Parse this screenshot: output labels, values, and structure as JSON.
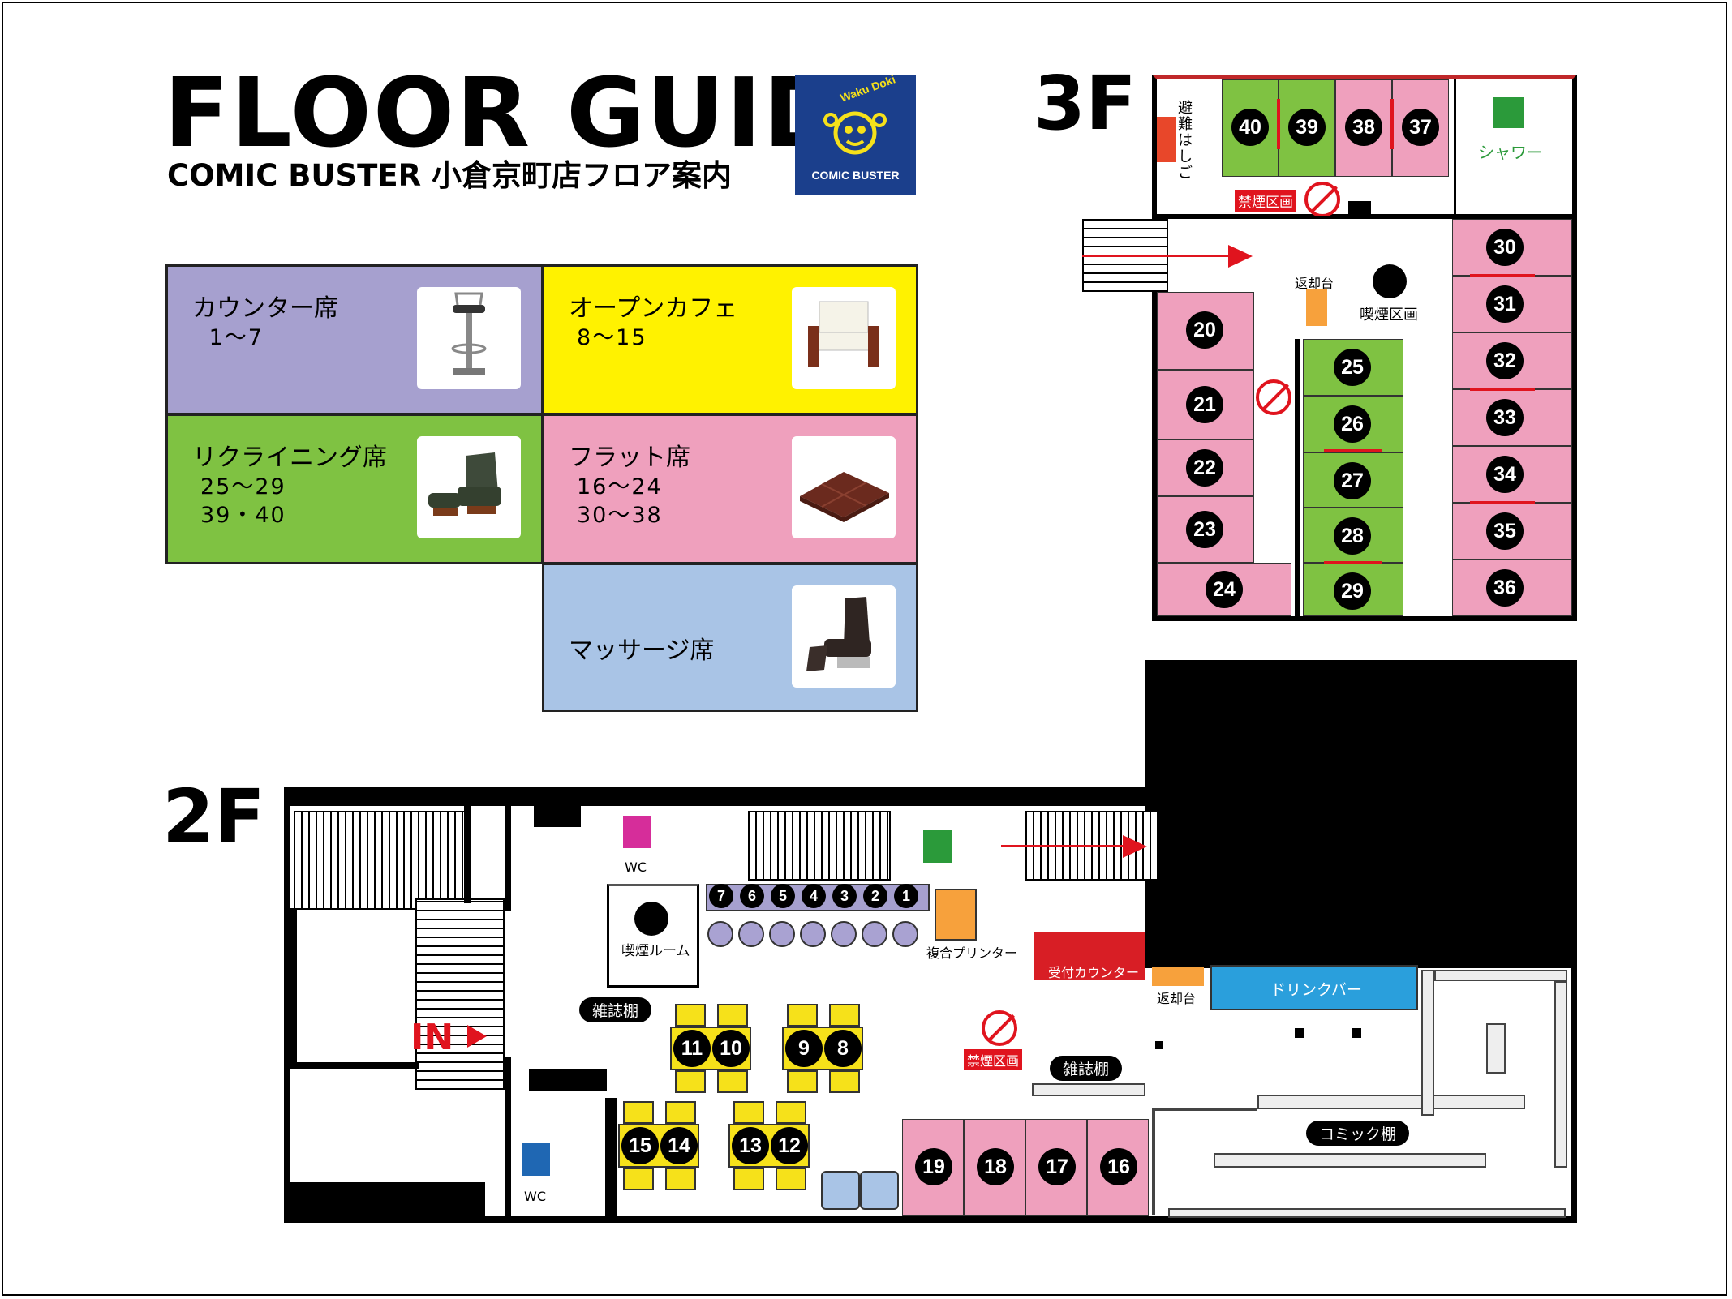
{
  "header": {
    "title": "FLOOR GUIDE",
    "subtitle": "COMIC BUSTER 小倉京町店フロア案内",
    "logo_text": "COMIC BUSTER",
    "logo_top_text": "Waku Doki"
  },
  "legend": [
    {
      "name": "カウンター席",
      "nums": " 1～7",
      "color": "#a6a0cf"
    },
    {
      "name": "オープンカフェ",
      "nums": "8～15",
      "color": "#fff200"
    },
    {
      "name": "リクライニング席",
      "nums": "25～29\n39・40",
      "color": "#7fc242"
    },
    {
      "name": "フラット席",
      "nums": "16～24\n30～38",
      "color": "#efa0bd"
    },
    {
      "name": "マッサージ席",
      "nums": "",
      "color": "#a9c4e6"
    }
  ],
  "floor3": {
    "label": "3F",
    "emergency_ladder": "避難はしご",
    "shower": "シャワー",
    "no_smoking": "禁煙区画",
    "return_desk": "返却台",
    "smoking_area": "喫煙区画",
    "seats_top": [
      "40",
      "39",
      "38",
      "37"
    ],
    "seats_left": [
      "20",
      "21",
      "22",
      "23",
      "24"
    ],
    "seats_mid": [
      "25",
      "26",
      "27",
      "28",
      "29"
    ],
    "seats_right": [
      "30",
      "31",
      "32",
      "33",
      "34",
      "35",
      "36"
    ]
  },
  "floor2": {
    "label": "2F",
    "entrance": "IN",
    "wc_women": "WC",
    "wc_men": "WC",
    "smoking_room": "喫煙ルーム",
    "printer": "複合プリンター",
    "reception": "受付カウンター",
    "return_desk": "返却台",
    "drink_bar": "ドリンクバー",
    "magazine_rack_1": "雑誌棚",
    "magazine_rack_2": "雑誌棚",
    "no_smoking": "禁煙区画",
    "comic_shelf": "コミック棚",
    "counter_seats": [
      "7",
      "6",
      "5",
      "4",
      "3",
      "2",
      "1"
    ],
    "cafe_seats_top": [
      "11",
      "10",
      "9",
      "8"
    ],
    "cafe_seats_bottom": [
      "15",
      "14",
      "13",
      "12"
    ],
    "flat_seats": [
      "19",
      "18",
      "17",
      "16"
    ]
  },
  "colors": {
    "pink": "#efa0bd",
    "green": "#7fc242",
    "yellow": "#f6e11a",
    "purple": "#a6a0cf",
    "blue": "#a9c4e6",
    "red": "#e0141e",
    "drink_bar": "#2a9fdc",
    "orange": "#f7a13c"
  }
}
